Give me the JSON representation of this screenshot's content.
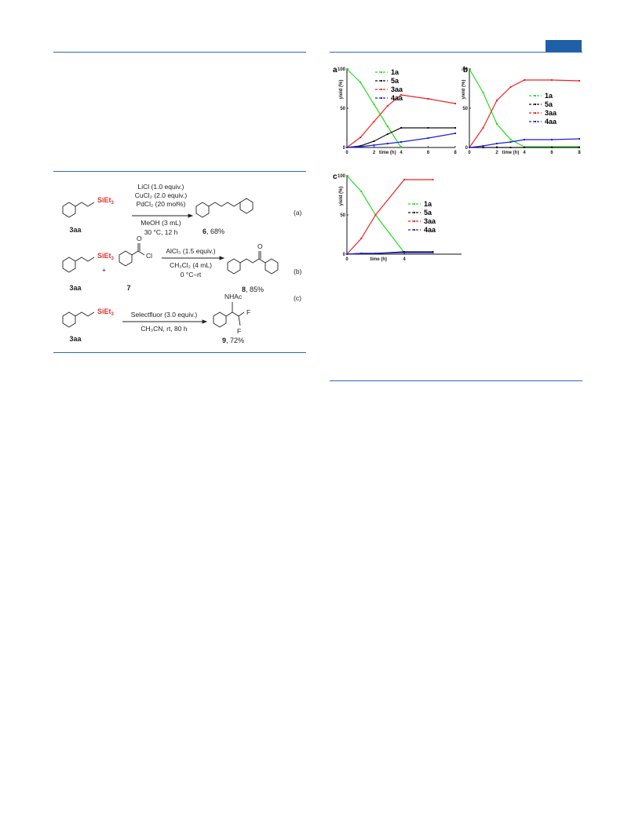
{
  "header": {
    "accent_color": "#1f5fa8",
    "rule_color": "#2b6cb0"
  },
  "scheme": {
    "reactions": [
      {
        "tag": "(a)",
        "reactant_label": "3aa",
        "reactant_group": "SiEt",
        "reactant_group_sub": "3",
        "conditions_above": [
          "LiCl (1.0 equiv.)",
          "CuCl",
          "PdCl",
          "(20 mol%)"
        ],
        "cond_line1": "LiCl (1.0 equiv.)",
        "cond_line2": "CuCl₂ (2.0 equiv.)",
        "cond_line3": "PdCl₂ (20 mol%)",
        "cond_line4": "MeOH (3 mL)",
        "cond_line5": "30 °C, 12 h",
        "product_num": "6",
        "product_yield": ", 68%"
      },
      {
        "tag": "(b)",
        "reactant_label": "3aa",
        "reactant_group": "SiEt",
        "reactant_group_sub": "3",
        "plus": "+",
        "reagent_label": "7",
        "reagent_O": "O",
        "reagent_Cl": "Cl",
        "cond_line1": "AlCl₃ (1.5 equiv.)",
        "cond_line2": "CH₂Cl₂ (4 mL)",
        "cond_line3": "0 °C–rt",
        "product_O": "O",
        "product_num": "8",
        "product_yield": ", 85%"
      },
      {
        "tag": "(c)",
        "reactant_label": "3aa",
        "reactant_group": "SiEt",
        "reactant_group_sub": "3",
        "cond_line1": "Selectfluor (3.0 equiv.)",
        "cond_line2": "CH₃CN, rt, 80 h",
        "product_NHAc": "NHAc",
        "product_F1": "F",
        "product_F2": "F",
        "product_num": "9",
        "product_yield": ", 72%"
      }
    ]
  },
  "chart_data": [
    {
      "panel": "a",
      "type": "line",
      "xlabel": "time (h)",
      "ylabel": "yield (%)",
      "xlim": [
        0,
        8
      ],
      "ylim": [
        0,
        100
      ],
      "xticks": [
        "0",
        "2",
        "4",
        "6",
        "8"
      ],
      "yticks": [
        "0",
        "50",
        "100"
      ],
      "legend_position": "top-center",
      "series": [
        {
          "name": "1a",
          "color": "#22dd22",
          "x": [
            0,
            1,
            2,
            3,
            4
          ],
          "y": [
            100,
            83,
            55,
            27,
            0
          ]
        },
        {
          "name": "5a",
          "color": "#111111",
          "x": [
            0,
            1,
            2,
            3,
            4,
            6,
            8
          ],
          "y": [
            0,
            2,
            8,
            17,
            25,
            25,
            25
          ]
        },
        {
          "name": "3aa",
          "color": "#ee2222",
          "x": [
            0,
            1,
            2,
            3,
            4,
            6,
            8
          ],
          "y": [
            0,
            13,
            33,
            53,
            67,
            62,
            56
          ]
        },
        {
          "name": "4aa",
          "color": "#1f1fd8",
          "x": [
            0,
            1,
            2,
            3,
            4,
            6,
            8
          ],
          "y": [
            0,
            1,
            3,
            5,
            7,
            12,
            18
          ]
        }
      ]
    },
    {
      "panel": "b",
      "type": "line",
      "xlabel": "time (h)",
      "ylabel": "yield (%)",
      "xlim": [
        0,
        8
      ],
      "ylim": [
        0,
        100
      ],
      "xticks": [
        "0",
        "2",
        "4",
        "6",
        "8"
      ],
      "yticks": [
        "0",
        "50",
        "100"
      ],
      "legend_position": "center-right",
      "series": [
        {
          "name": "1a",
          "color": "#22dd22",
          "x": [
            0,
            1,
            2,
            3,
            4,
            6,
            8
          ],
          "y": [
            100,
            70,
            30,
            10,
            1,
            1,
            1
          ]
        },
        {
          "name": "5a",
          "color": "#111111",
          "x": [
            0,
            1,
            2,
            3,
            4,
            6,
            8
          ],
          "y": [
            0,
            0,
            0,
            0,
            0,
            0,
            0
          ]
        },
        {
          "name": "3aa",
          "color": "#ee2222",
          "x": [
            0,
            1,
            2,
            3,
            4,
            6,
            8
          ],
          "y": [
            0,
            25,
            60,
            77,
            86,
            86,
            85
          ]
        },
        {
          "name": "4aa",
          "color": "#1f1fd8",
          "x": [
            0,
            1,
            2,
            3,
            4,
            6,
            8
          ],
          "y": [
            0,
            2,
            5,
            7,
            10,
            10,
            11
          ]
        }
      ]
    },
    {
      "panel": "c",
      "type": "line",
      "xlabel": "time (h)",
      "ylabel": "yield (%)",
      "xlim": [
        0,
        8
      ],
      "ylim": [
        0,
        100
      ],
      "xticks": [
        "0",
        "4"
      ],
      "yticks": [
        "0",
        "50",
        "100"
      ],
      "legend_position": "right",
      "series": [
        {
          "name": "1a",
          "color": "#22dd22",
          "x": [
            0,
            1,
            2,
            4,
            6
          ],
          "y": [
            100,
            80,
            50,
            2,
            2
          ]
        },
        {
          "name": "5a",
          "color": "#111111",
          "x": [
            0,
            1,
            2,
            4,
            6
          ],
          "y": [
            0,
            1,
            1,
            3,
            3
          ]
        },
        {
          "name": "3aa",
          "color": "#ee2222",
          "x": [
            0,
            1,
            2,
            4,
            6
          ],
          "y": [
            0,
            20,
            50,
            95,
            95
          ]
        },
        {
          "name": "4aa",
          "color": "#1f1fd8",
          "x": [
            0,
            1,
            2,
            4,
            6
          ],
          "y": [
            0,
            1,
            1,
            2,
            2
          ]
        }
      ]
    }
  ]
}
